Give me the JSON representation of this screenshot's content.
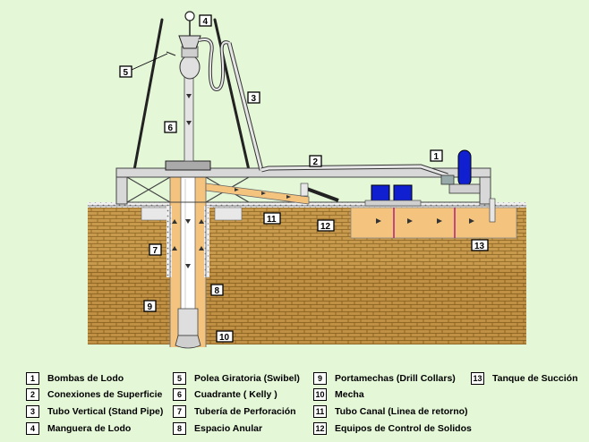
{
  "callouts": {
    "n1": "1",
    "n2": "2",
    "n3": "3",
    "n4": "4",
    "n5": "5",
    "n6": "6",
    "n7": "7",
    "n8": "8",
    "n9": "9",
    "n10": "10",
    "n11": "11",
    "n12": "12",
    "n13": "13"
  },
  "legend": [
    {
      "num": "1",
      "label": "Bombas de Lodo"
    },
    {
      "num": "2",
      "label": "Conexiones de Superficie"
    },
    {
      "num": "3",
      "label": "Tubo Vertical (Stand Pipe)"
    },
    {
      "num": "4",
      "label": "Manguera de Lodo"
    },
    {
      "num": "5",
      "label": "Polea Giratoria (Swibel)"
    },
    {
      "num": "6",
      "label": "Cuadrante ( Kelly )"
    },
    {
      "num": "7",
      "label": "Tubería de Perforación"
    },
    {
      "num": "8",
      "label": "Espacio Anular"
    },
    {
      "num": "9",
      "label": "Portamechas (Drill Collars)"
    },
    {
      "num": "10",
      "label": "Mecha"
    },
    {
      "num": "11",
      "label": "Tubo Canal (Linea de retorno)"
    },
    {
      "num": "12",
      "label": "Equipos de Control de Solidos"
    },
    {
      "num": "13",
      "label": "Tanque de Succión"
    }
  ],
  "colors": {
    "background": "#e4f7d7",
    "soil": "#c89a4e",
    "brick_lines": "#8a6220",
    "mud": "#f4c47e",
    "pump_blue": "#1020d0",
    "steel": "#d2d2d2"
  }
}
